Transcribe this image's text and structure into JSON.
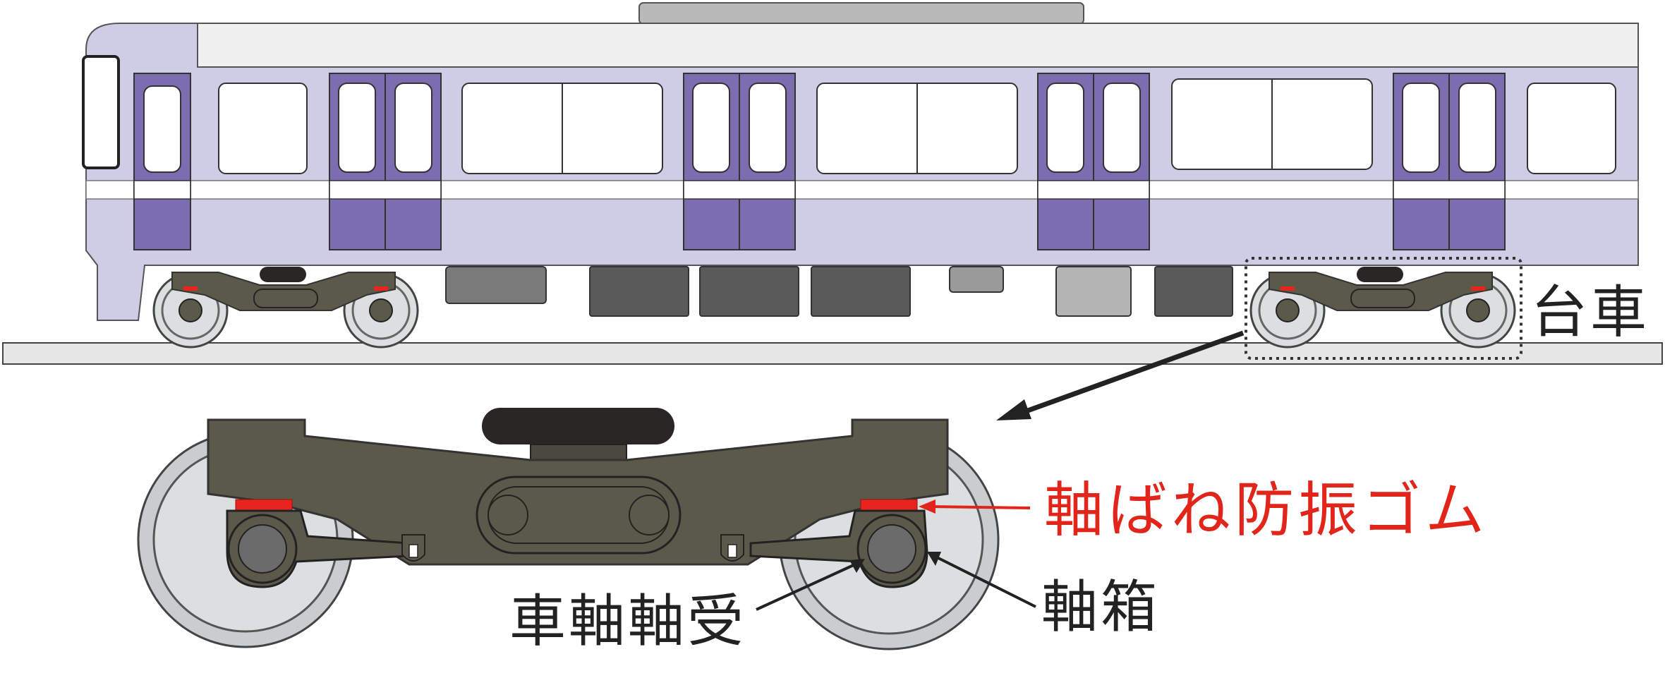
{
  "labels": {
    "bogie": "台車",
    "axle_spring_rubber": "軸ばね防振ゴム",
    "axle_bearing": "車軸軸受",
    "axle_box": "軸箱"
  },
  "colors": {
    "car_body": "#cfcde6",
    "door_purple": "#7b6db0",
    "roof": "#f0f0f0",
    "frame": "#5b5a4a",
    "wheel": "#dcdfe0",
    "red_rubber": "#e8241f",
    "label_red": "#e1251b",
    "underfloor_dark": "#5a5a5a",
    "underfloor_mid": "#7a7a7a",
    "underfloor_light": "#b4b4b4"
  }
}
